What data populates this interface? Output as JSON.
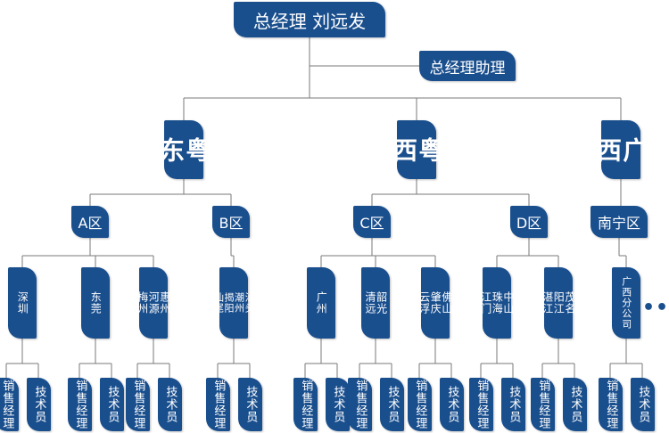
{
  "ceo": "总经理 刘远发",
  "assistant": "总经理助理",
  "regions": [
    "粤\n东",
    "粤\n西",
    "广\n西"
  ],
  "areas": [
    "A区",
    "B区",
    "C区",
    "D区",
    "南宁区"
  ],
  "cities": [
    "深圳",
    "东莞",
    "惠州\n河源\n梅州",
    "汕头\n潮州\n揭阳\n汕尾",
    "广州",
    "韶光\n清远",
    "佛山\n肇庆\n云浮",
    "中山\n珠海\n江门",
    "茂名\n阳江\n湛江",
    "广西分公司"
  ],
  "leaf_labels": {
    "sales": "销售经理",
    "tech": "技术员"
  },
  "more": "•••",
  "colors": {
    "box": "#1a4f8e",
    "line": "#7a7a7a"
  }
}
